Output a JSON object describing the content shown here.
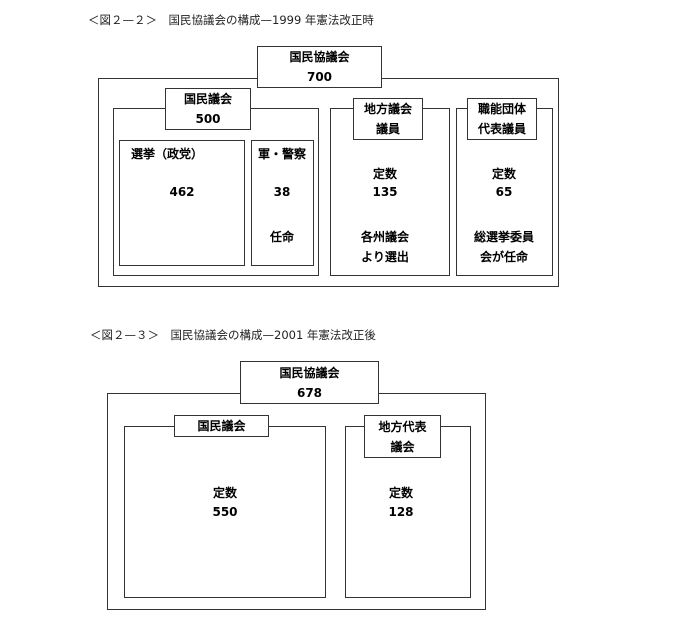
{
  "fig1": {
    "title": "＜図２—２＞　国民協議会の構成—1999 年憲法改正時",
    "top_label": "国民協議会",
    "top_value": "700",
    "dpr": {
      "label": "国民議会",
      "value": "500",
      "elected": {
        "label": "選挙（政党）",
        "value": "462"
      },
      "military": {
        "label": "軍・警察",
        "value": "38",
        "note": "任命"
      }
    },
    "regional": {
      "label1": "地方議会",
      "label2": "議員",
      "quota_label": "定数",
      "value": "135",
      "note1": "各州議会",
      "note2": "より選出"
    },
    "functional": {
      "label1": "職能団体",
      "label2": "代表議員",
      "quota_label": "定数",
      "value": "65",
      "note1": "総選挙委員",
      "note2": "会が任命"
    }
  },
  "fig2": {
    "title": "＜図２—３＞　国民協議会の構成—2001 年憲法改正後",
    "top_label": "国民協議会",
    "top_value": "678",
    "dpr": {
      "label": "国民議会",
      "quota_label": "定数",
      "value": "550"
    },
    "dpd": {
      "label1": "地方代表",
      "label2": "議会",
      "quota_label": "定数",
      "value": "128"
    }
  }
}
